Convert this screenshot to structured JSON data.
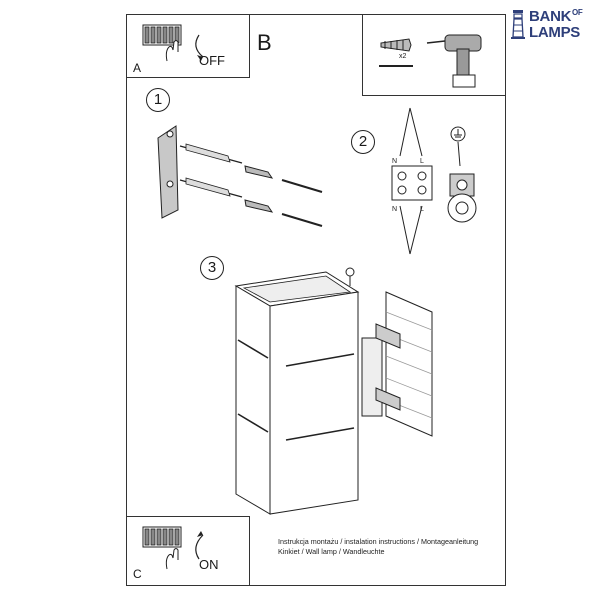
{
  "logo": {
    "line1": "BANK",
    "of": "OF",
    "line2": "LAMPS",
    "color": "#2e3f7a"
  },
  "panel_a": {
    "letter": "A",
    "label": "OFF"
  },
  "panel_b": {
    "letter": "B",
    "quantity": "x2"
  },
  "panel_c": {
    "letter": "C",
    "label": "ON"
  },
  "steps": [
    "1",
    "2",
    "3"
  ],
  "wiring": {
    "n_top": "N",
    "l_top": "L",
    "n_bottom": "N",
    "l_bottom": "L"
  },
  "caption": {
    "line1": "Instrukcja montażu / instalation instructions / Montageanleitung",
    "line2": "Kinkiet / Wall lamp / Wandleuchte"
  }
}
